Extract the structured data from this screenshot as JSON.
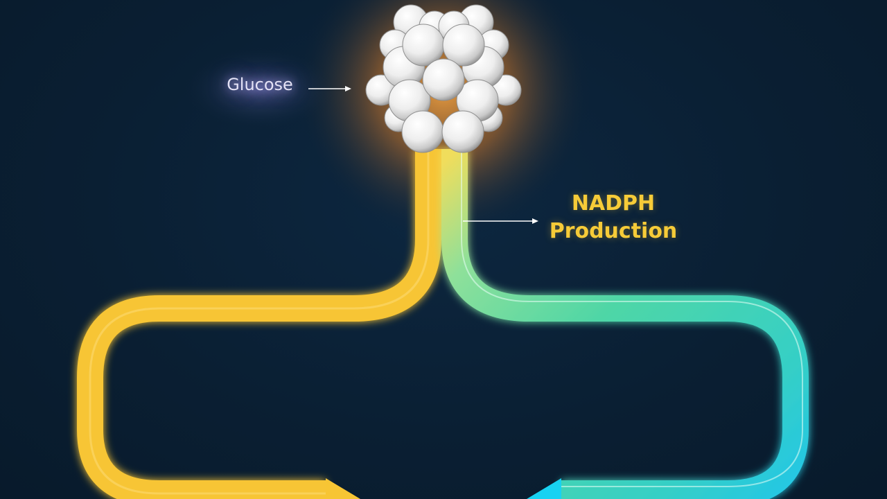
{
  "labels": {
    "glucose": "Glucose",
    "nadph_line1": "NADPH",
    "nadph_line2": "Production"
  },
  "colors": {
    "background": "#0a1f33",
    "left_pathway": "#f7c534",
    "right_pathway_start": "#f0dd5c",
    "right_pathway_mid": "#4fd6a6",
    "right_pathway_end": "#22c6e8",
    "arrow_right_tip": "#f7c534",
    "arrow_left_tip": "#18d2f2",
    "molecule": "#f2f2f2",
    "molecule_glow": "#e8902e",
    "glucose_glow": "#b8b0ff",
    "nadph_text": "#f6cb38"
  },
  "icons": {
    "molecule": "glucose-sphere-cluster-icon",
    "pointer": "arrow-right-icon"
  }
}
